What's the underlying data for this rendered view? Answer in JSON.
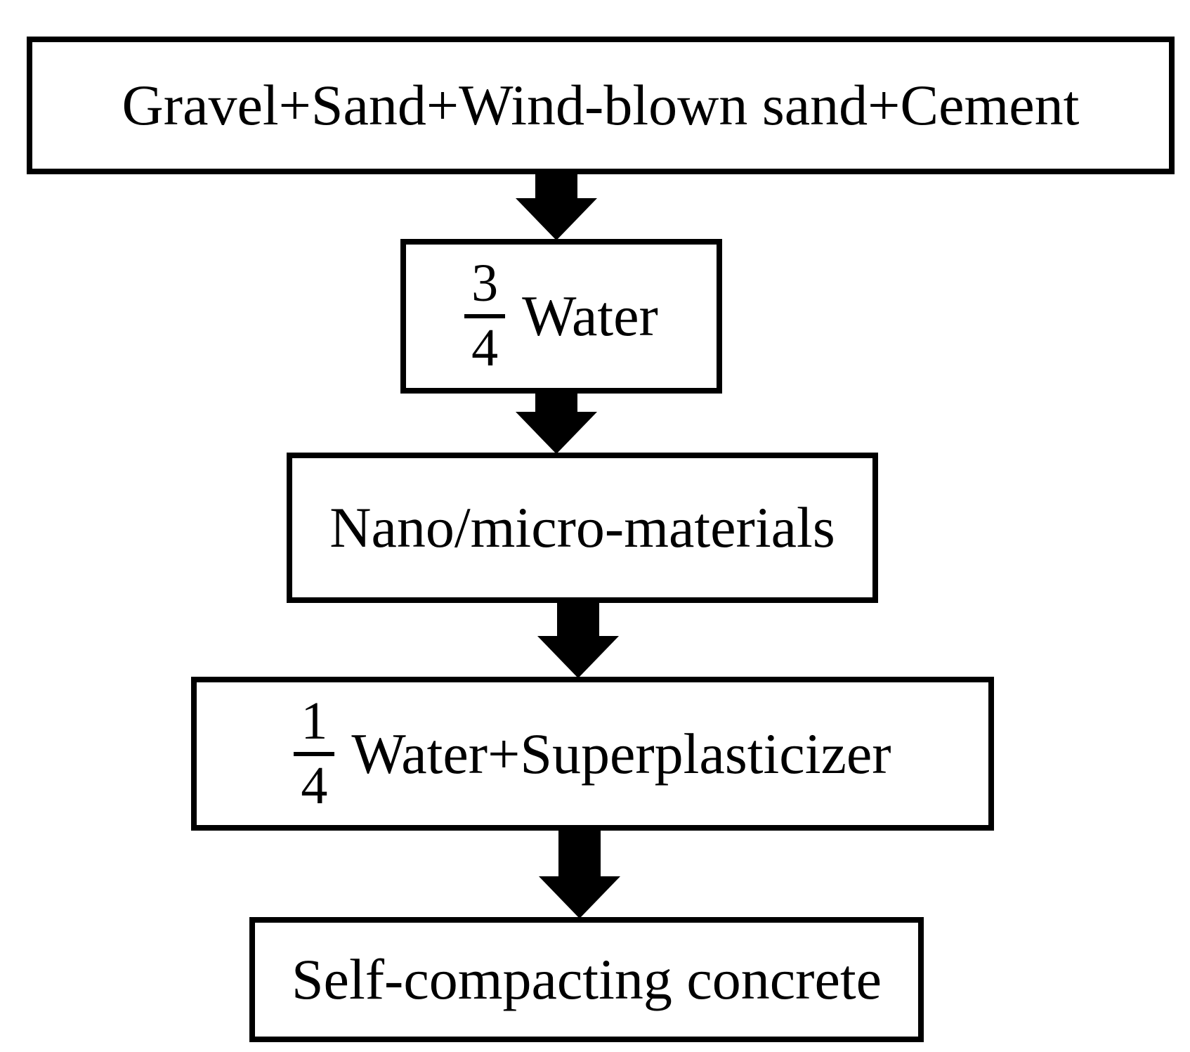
{
  "diagram": {
    "type": "flowchart",
    "description": "Mixing procedure flowchart for self-compacting concrete",
    "direction": "top-to-bottom",
    "colors": {
      "background": "#ffffff",
      "box_border": "#000000",
      "arrow": "#000000",
      "text": "#000000"
    },
    "nodes": [
      {
        "id": "materials",
        "label": "Gravel+Sand+Wind-blown sand+Cement"
      },
      {
        "id": "water34",
        "fraction": {
          "numerator": "3",
          "denominator": "4"
        },
        "label": "Water"
      },
      {
        "id": "nano",
        "label": "Nano/micro-materials"
      },
      {
        "id": "water14",
        "fraction": {
          "numerator": "1",
          "denominator": "4"
        },
        "label": "Water+Superplasticizer"
      },
      {
        "id": "scc",
        "label": "Self-compacting concrete"
      }
    ],
    "edges": [
      {
        "from": "materials",
        "to": "water34",
        "style": "block-arrow-down"
      },
      {
        "from": "water34",
        "to": "nano",
        "style": "block-arrow-down"
      },
      {
        "from": "nano",
        "to": "water14",
        "style": "block-arrow-down"
      },
      {
        "from": "water14",
        "to": "scc",
        "style": "block-arrow-down"
      }
    ]
  }
}
